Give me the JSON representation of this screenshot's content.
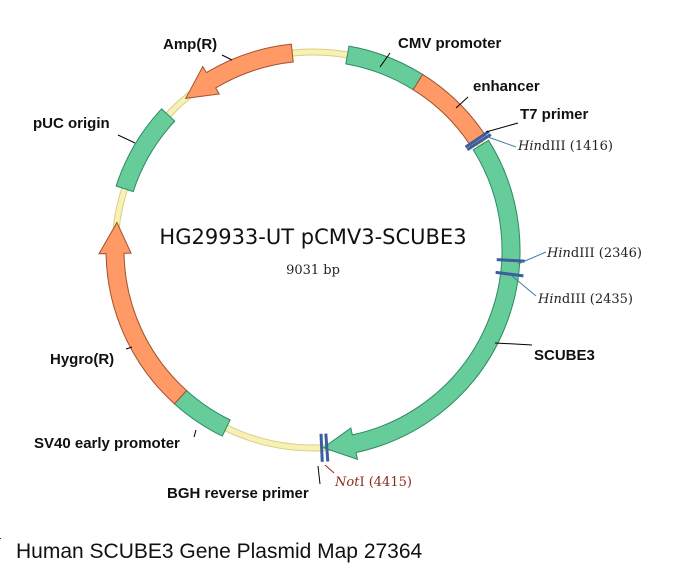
{
  "plasmid": {
    "name": "HG29933-UT pCMV3-SCUBE3",
    "size_label": "9031 bp",
    "size_bp": 9031
  },
  "colors": {
    "backbone": "#f7f1b5",
    "backbone_stroke": "#d9cf86",
    "green_feature": "#66cc99",
    "green_stroke": "#2e8a63",
    "orange_feature": "#ff9966",
    "orange_stroke": "#a0522d",
    "site_mark": "#3b5f9e",
    "notI_label": "#8b2a1c"
  },
  "features": [
    {
      "name": "CMV promoter",
      "type": "block",
      "color": "green",
      "start_deg": 10,
      "end_deg": 32,
      "label_key": "cmv"
    },
    {
      "name": "enhancer",
      "type": "block",
      "color": "orange",
      "start_deg": 32,
      "end_deg": 57,
      "label_key": "enhancer"
    },
    {
      "name": "SCUBE3",
      "type": "arrow-cw",
      "color": "green",
      "start_deg": 58,
      "end_deg": 177,
      "label_key": "scube3"
    },
    {
      "name": "SV40 early promoter",
      "type": "block",
      "color": "green",
      "start_deg": 206,
      "end_deg": 222,
      "label_key": "sv40"
    },
    {
      "name": "Hygro(R)",
      "type": "arrow-ccw",
      "color": "orange",
      "start_deg": 222,
      "end_deg": 278,
      "label_key": "hygro"
    },
    {
      "name": "pUC origin",
      "type": "block",
      "color": "green",
      "start_deg": 288,
      "end_deg": 313,
      "label_key": "puc"
    },
    {
      "name": "Amp(R)",
      "type": "arrow-ccw",
      "color": "orange",
      "start_deg": 320,
      "end_deg": 354,
      "label_key": "amp"
    }
  ],
  "labels": {
    "cmv": "CMV promoter",
    "enhancer": "enhancer",
    "t7": "T7 primer",
    "scube3": "SCUBE3",
    "sv40": "SV40 early promoter",
    "hygro": "Hygro(R)",
    "puc": "pUC origin",
    "amp": "Amp(R)",
    "bgh": "BGH reverse primer"
  },
  "sites": [
    {
      "enzyme": "Hin",
      "suffix": "dIII",
      "position": "(1416)",
      "deg": 57
    },
    {
      "enzyme": "Hin",
      "suffix": "dIII",
      "position": "(2346)",
      "deg": 93
    },
    {
      "enzyme": "Hin",
      "suffix": "dIII",
      "position": "(2435)",
      "deg": 97
    },
    {
      "enzyme": "Not",
      "suffix": "I",
      "position": "(4415)",
      "deg": 176
    }
  ],
  "primers": [
    {
      "name": "T7 primer",
      "deg": 56
    },
    {
      "name": "BGH reverse primer",
      "deg": 177.5
    }
  ],
  "caption": "Human SCUBE3 Gene Plasmid Map 27364"
}
